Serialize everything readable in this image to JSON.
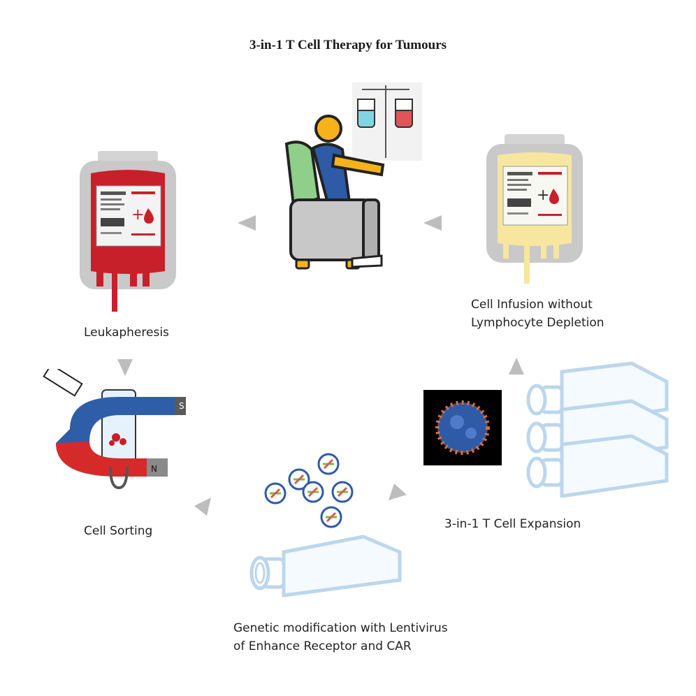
{
  "title": "3-in-1 T Cell Therapy for Tumours",
  "steps": [
    {
      "id": "leukapheresis",
      "label_lines": [
        "Leukapheresis"
      ],
      "icon": "blood-bag-red-icon"
    },
    {
      "id": "cell-sorting",
      "label_lines": [
        "Cell Sorting"
      ],
      "icon": "magnet-cell-sorting-icon"
    },
    {
      "id": "genetic-modification",
      "label_lines": [
        "Genetic modification with Lentivirus",
        "of Enhance Receptor and CAR"
      ],
      "icon": "lentivirus-flask-icon"
    },
    {
      "id": "expansion",
      "label_lines": [
        "3-in-1 T Cell Expansion"
      ],
      "icon": "stacked-flasks-virus-icon"
    },
    {
      "id": "infusion",
      "label_lines": [
        "Cell Infusion without",
        "Lymphocyte Depletion"
      ],
      "icon": "blood-bag-yellow-icon"
    },
    {
      "id": "patient",
      "label_lines": [],
      "icon": "patient-infusion-chair-icon"
    }
  ],
  "colors": {
    "blood_red": "#c8202a",
    "plasma_yellow": "#f7e6a0",
    "bag_gray": "#c9c9c9",
    "arrow_gray": "#bdbdbd",
    "magnet_blue": "#2f5ea8",
    "magnet_red": "#d62a2a",
    "flask_blue": "#bcd6ec",
    "virus_blue": "#2e5aa6"
  }
}
